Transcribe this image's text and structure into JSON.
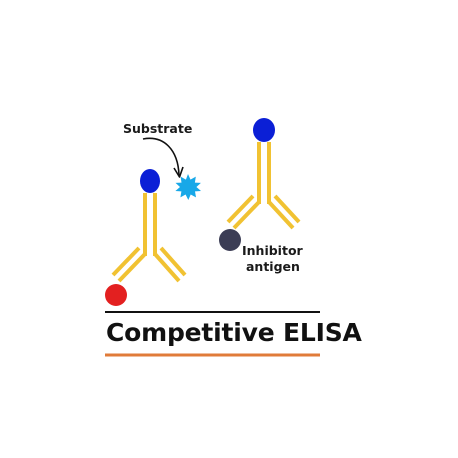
{
  "labels": {
    "substrate": "Substrate",
    "inhibitor_line1": "Inhibitor",
    "inhibitor_line2": "antigen",
    "title": "Competitive ELISA"
  },
  "colors": {
    "antibody": "#f1c232",
    "enzyme_blue": "#0b1fd6",
    "substrate_star": "#18a8e8",
    "enzyme_red": "#e32020",
    "inhibitor_antigen": "#3b3d55",
    "top_rule": "#111111",
    "bottom_rule": "#e07b39",
    "text": "#111111"
  },
  "icons": {
    "antibody_left": "y-shaped-antibody-icon",
    "antibody_right": "y-shaped-antibody-icon",
    "substrate": "starburst-icon",
    "arrow": "curved-arrow-icon"
  }
}
